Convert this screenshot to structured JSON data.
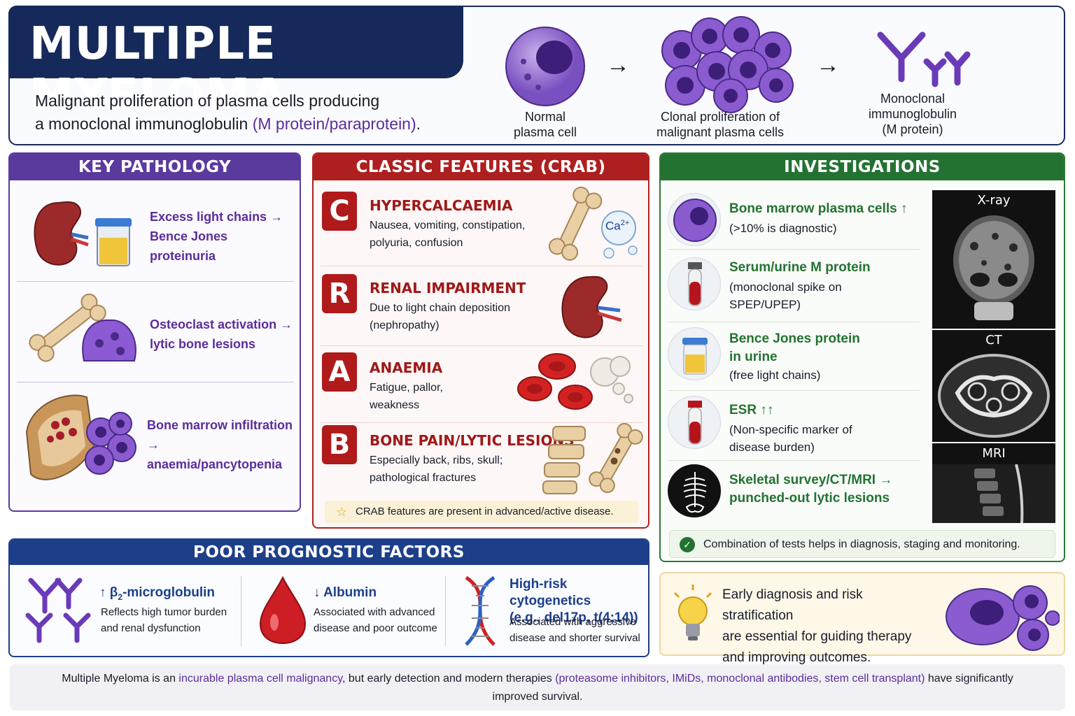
{
  "header": {
    "title": "MULTIPLE MYELOMA",
    "intro_1": "Malignant proliferation of plasma cells producing",
    "intro_2a": "a monoclonal immunoglobulin ",
    "intro_2b": "(M protein/paraprotein)",
    "intro_2c": ".",
    "steps": [
      {
        "line1": "Normal",
        "line2": "plasma cell"
      },
      {
        "line1": "Clonal proliferation of",
        "line2": "malignant plasma cells"
      },
      {
        "line1": "Monoclonal",
        "line2": "immunoglobulin",
        "line3": "(M protein)"
      }
    ],
    "arrow": "→"
  },
  "key_pathology": {
    "title": "KEY PATHOLOGY",
    "items": [
      {
        "l1": "Excess light chains →",
        "l2": "Bence Jones",
        "l3": "proteinuria"
      },
      {
        "l1": "Osteoclast activation →",
        "l2": "lytic bone lesions"
      },
      {
        "l1": "Bone marrow infiltration →",
        "l2": "anaemia/pancytopenia"
      }
    ]
  },
  "crab": {
    "title": "CLASSIC FEATURES (CRAB)",
    "items": [
      {
        "letter": "C",
        "heading": "HYPERCALCAEMIA",
        "d1": "Nausea, vomiting, constipation,",
        "d2": "polyuria, confusion"
      },
      {
        "letter": "R",
        "heading": "RENAL IMPAIRMENT",
        "d1": "Due to light chain deposition",
        "d2": "(nephropathy)"
      },
      {
        "letter": "A",
        "heading": "ANAEMIA",
        "d1": "Fatigue, pallor,",
        "d2": "weakness"
      },
      {
        "letter": "B",
        "heading": "BONE PAIN/LYTIC LESIONS",
        "d1": "Especially back, ribs, skull;",
        "d2": "pathological fractures"
      }
    ],
    "ca_label": "Ca",
    "ca_sup": "2+",
    "note": "CRAB features are present in advanced/active disease.",
    "star": "☆"
  },
  "investigations": {
    "title": "INVESTIGATIONS",
    "items": [
      {
        "h1": "Bone marrow plasma cells ↑",
        "d1": "(>10% is diagnostic)"
      },
      {
        "h1": "Serum/urine M protein",
        "d1": "(monoclonal spike on",
        "d2": "SPEP/UPEP)"
      },
      {
        "h1": "Bence Jones protein",
        "h2": "in urine",
        "d1": "(free light chains)"
      },
      {
        "h1": "ESR ↑↑",
        "d1": "(Non-specific marker of",
        "d2": "disease burden)"
      },
      {
        "h1": "Skeletal survey/CT/MRI →",
        "h2": "punched-out lytic lesions"
      }
    ],
    "images": [
      "X-ray",
      "CT",
      "MRI"
    ],
    "footer": "Combination of tests helps in diagnosis, staging and monitoring.",
    "check": "✓"
  },
  "prognosis": {
    "title": "POOR PROGNOSTIC FACTORS",
    "items": [
      {
        "h_prefix": "↑ β",
        "h_sub": "2",
        "h_suffix": "-microglobulin",
        "d1": "Reflects high tumor burden",
        "d2": "and renal dysfunction"
      },
      {
        "h1": "↓ Albumin",
        "d1": "Associated with advanced",
        "d2": "disease and poor outcome"
      },
      {
        "h1": "High-risk cytogenetics",
        "h2": "(e.g., del17p, t(4;14))",
        "d1": "Associated with aggressive",
        "d2": "disease and shorter survival"
      }
    ]
  },
  "tip": {
    "l1": "Early diagnosis and risk stratification",
    "l2": "are essential for guiding therapy",
    "l3": "and improving outcomes."
  },
  "footer": {
    "a": "Multiple Myeloma is an ",
    "b": "incurable plasma cell malignancy",
    "c": ", but early detection and modern therapies ",
    "d": "(proteasome inhibitors, IMiDs, monoclonal antibodies, stem cell transplant)",
    "e": " have significantly improved survival."
  }
}
